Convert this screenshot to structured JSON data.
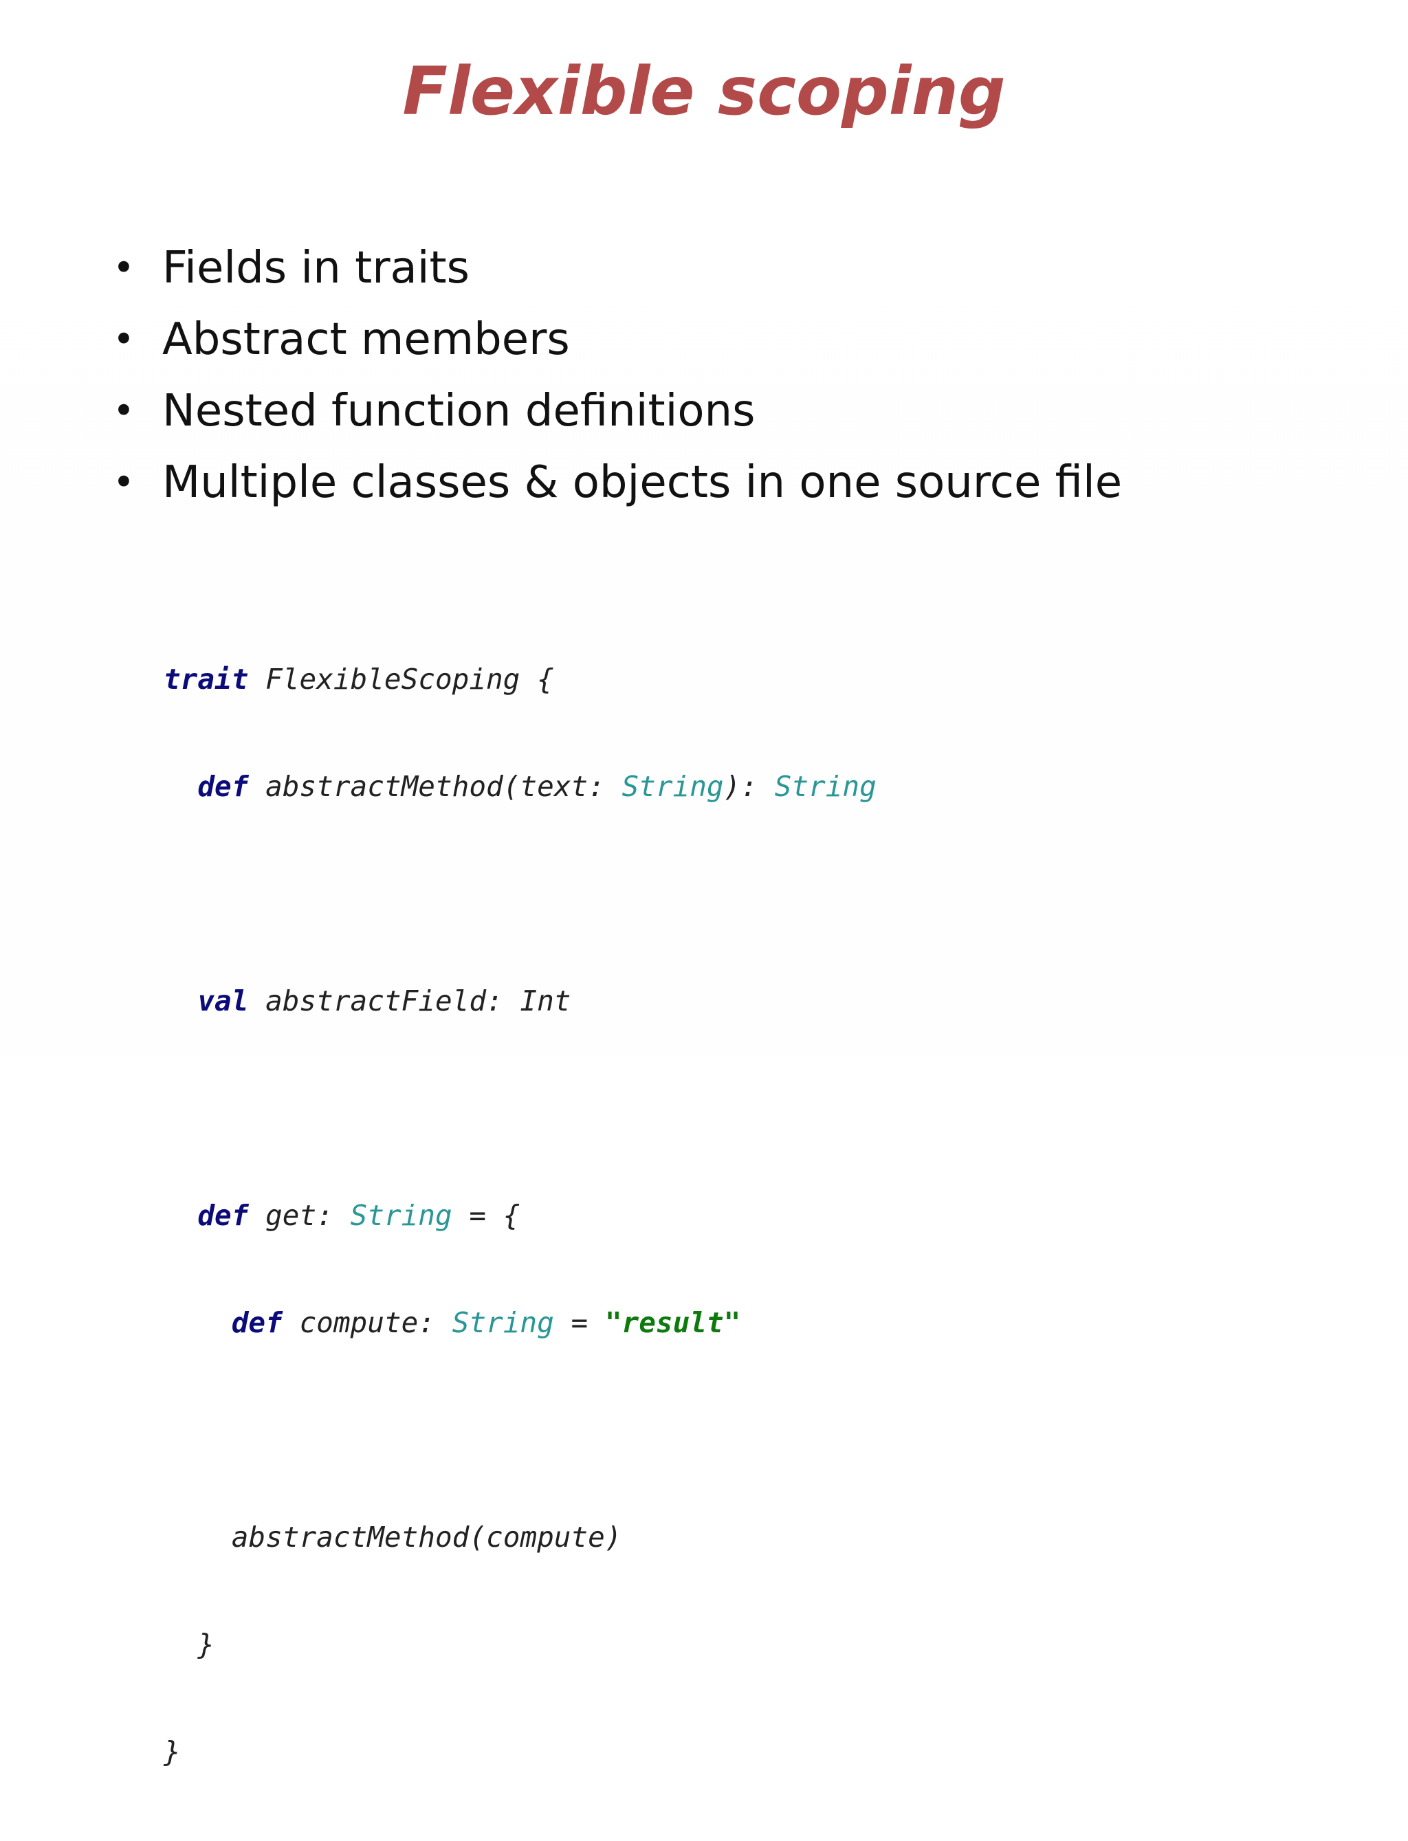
{
  "slide": {
    "title": "Flexible scoping",
    "bullets": [
      "Fields in traits",
      "Abstract members",
      "Nested function definitions",
      "Multiple classes & objects in one source file"
    ],
    "bullet_glyph": "•",
    "code": {
      "indent_unit": "  ",
      "lines": [
        {
          "indent": "",
          "kw": "trait",
          "rest": " FlexibleScoping {"
        },
        {
          "indent": "  ",
          "kw": "def",
          "rest": " abstractMethod(text: ",
          "type1": "String",
          "rest2": "): ",
          "type2": "String"
        },
        {
          "indent": "",
          "kw": "",
          "rest": ""
        },
        {
          "indent": "  ",
          "kw": "val",
          "rest": " abstractField: Int"
        },
        {
          "indent": "",
          "kw": "",
          "rest": ""
        },
        {
          "indent": "  ",
          "kw": "def",
          "rest": " get: ",
          "type1": "String",
          "rest2": " = {"
        },
        {
          "indent": "    ",
          "kw": "def",
          "rest": " compute: ",
          "type1": "String",
          "rest2": " = ",
          "str": "\"result\""
        },
        {
          "indent": "",
          "kw": "",
          "rest": ""
        },
        {
          "indent": "    ",
          "kw": "",
          "rest": "abstractMethod(compute)"
        },
        {
          "indent": "  ",
          "kw": "",
          "rest": "}"
        },
        {
          "indent": "",
          "kw": "",
          "rest": "}"
        }
      ]
    },
    "colors": {
      "title": "#b24a4a",
      "keyword": "#0b0b7a",
      "type": "#2a9696",
      "string": "#0e7a0e",
      "text": "#111111"
    }
  }
}
